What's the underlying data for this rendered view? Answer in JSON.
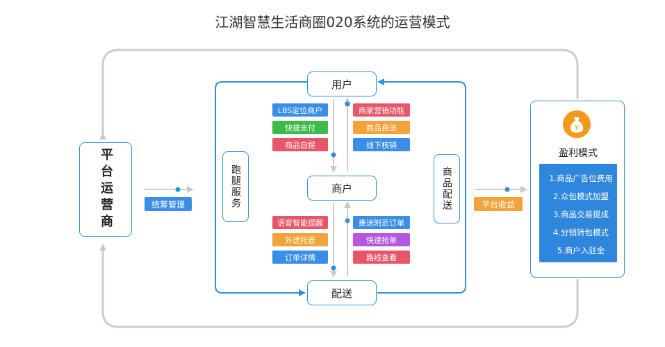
{
  "title": "江湖智慧生活商圈020系统的运营模式",
  "operator": "平台运营商",
  "nodes": {
    "user": "用户",
    "merchant": "商户",
    "delivery": "配送"
  },
  "side_labels": {
    "left": "跑腿服务",
    "right": "商品配送"
  },
  "links": {
    "left": "统筹管理",
    "right": "平台收益"
  },
  "user_left_tags": [
    "LBS定位商户",
    "快捷支付",
    "商品自提"
  ],
  "user_right_tags": [
    "商家营销功能",
    "商品自送",
    "线下核销"
  ],
  "merchant_left_tags": [
    "语音智能提醒",
    "外送托管",
    "订单详情"
  ],
  "merchant_right_tags": [
    "推送附近订单",
    "快速抢单",
    "路线查看"
  ],
  "profit": {
    "title": "盈利模式",
    "icon": "money-bag-icon",
    "items": [
      "1.商品广告位费用",
      "2.众包模式加盟",
      "3.商品交易提成",
      "4.分销转包模式",
      "5.商户入驻金"
    ]
  },
  "colors": {
    "accent": "#2f8fd8",
    "blue": "#3a8ee6",
    "green": "#3dbb4a",
    "red": "#e85468",
    "orange": "#f2a33a",
    "purple": "#b558e0",
    "outer_loop": "#cccccc"
  }
}
